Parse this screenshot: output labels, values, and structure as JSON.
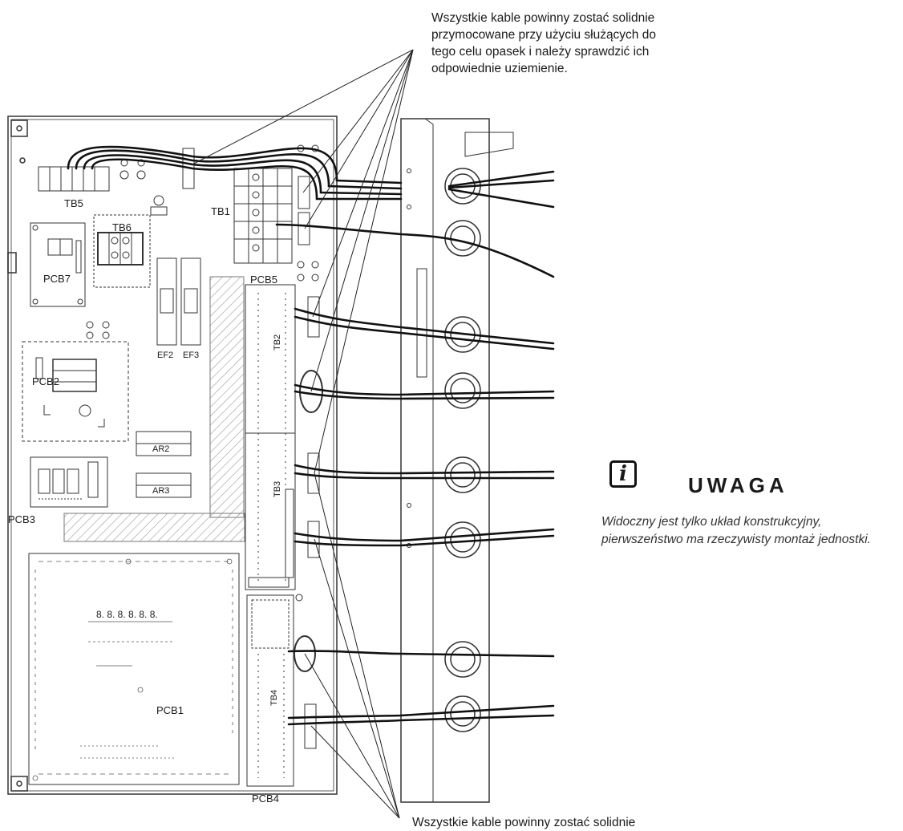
{
  "notes": {
    "top": "Wszystkie kable powinny zostać solidnie\nprzymocowane przy użyciu służących do\ntego celu opasek i należy sprawdzić ich\nodpowiednie uziemienie.",
    "bottom": "Wszystkie kable powinny zostać solidnie"
  },
  "callout": {
    "icon": "info-icon",
    "icon_glyph": "i",
    "title": "UWAGA",
    "text": "Widoczny jest tylko układ konstrukcyjny, pierwszeństwo ma rzeczywisty montaż jednostki."
  },
  "labels": {
    "tb5": "TB5",
    "tb6": "TB6",
    "tb1": "TB1",
    "pcb7": "PCB7",
    "pcb5": "PCB5",
    "pcb2": "PCB2",
    "ef2": "EF2",
    "ef3": "EF3",
    "tb2": "TB2",
    "ar2": "AR2",
    "ar3": "AR3",
    "pcb3": "PCB3",
    "tb3": "TB3",
    "pcb1": "PCB1",
    "pcb4": "PCB4",
    "tb4": "TB4",
    "display": "8. 8.  8. 8.  8. 8."
  },
  "colors": {
    "ink": "#1a1a1a",
    "line": "#333333",
    "hatch": "#888888"
  }
}
